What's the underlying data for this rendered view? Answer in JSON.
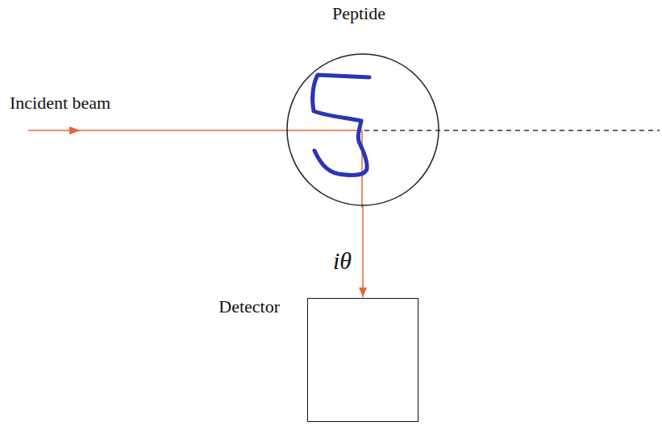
{
  "diagram": {
    "nodes": [
      {
        "text": [
          "Peptide"
        ]
      },
      {
        "text": [
          "Detector"
        ]
      }
    ],
    "edges": [
      {
        "from": 0,
        "to": 1,
        "arrow": "to",
        "label": "iθ"
      }
    ],
    "labels": [
      "Incident beam"
    ]
  }
}
